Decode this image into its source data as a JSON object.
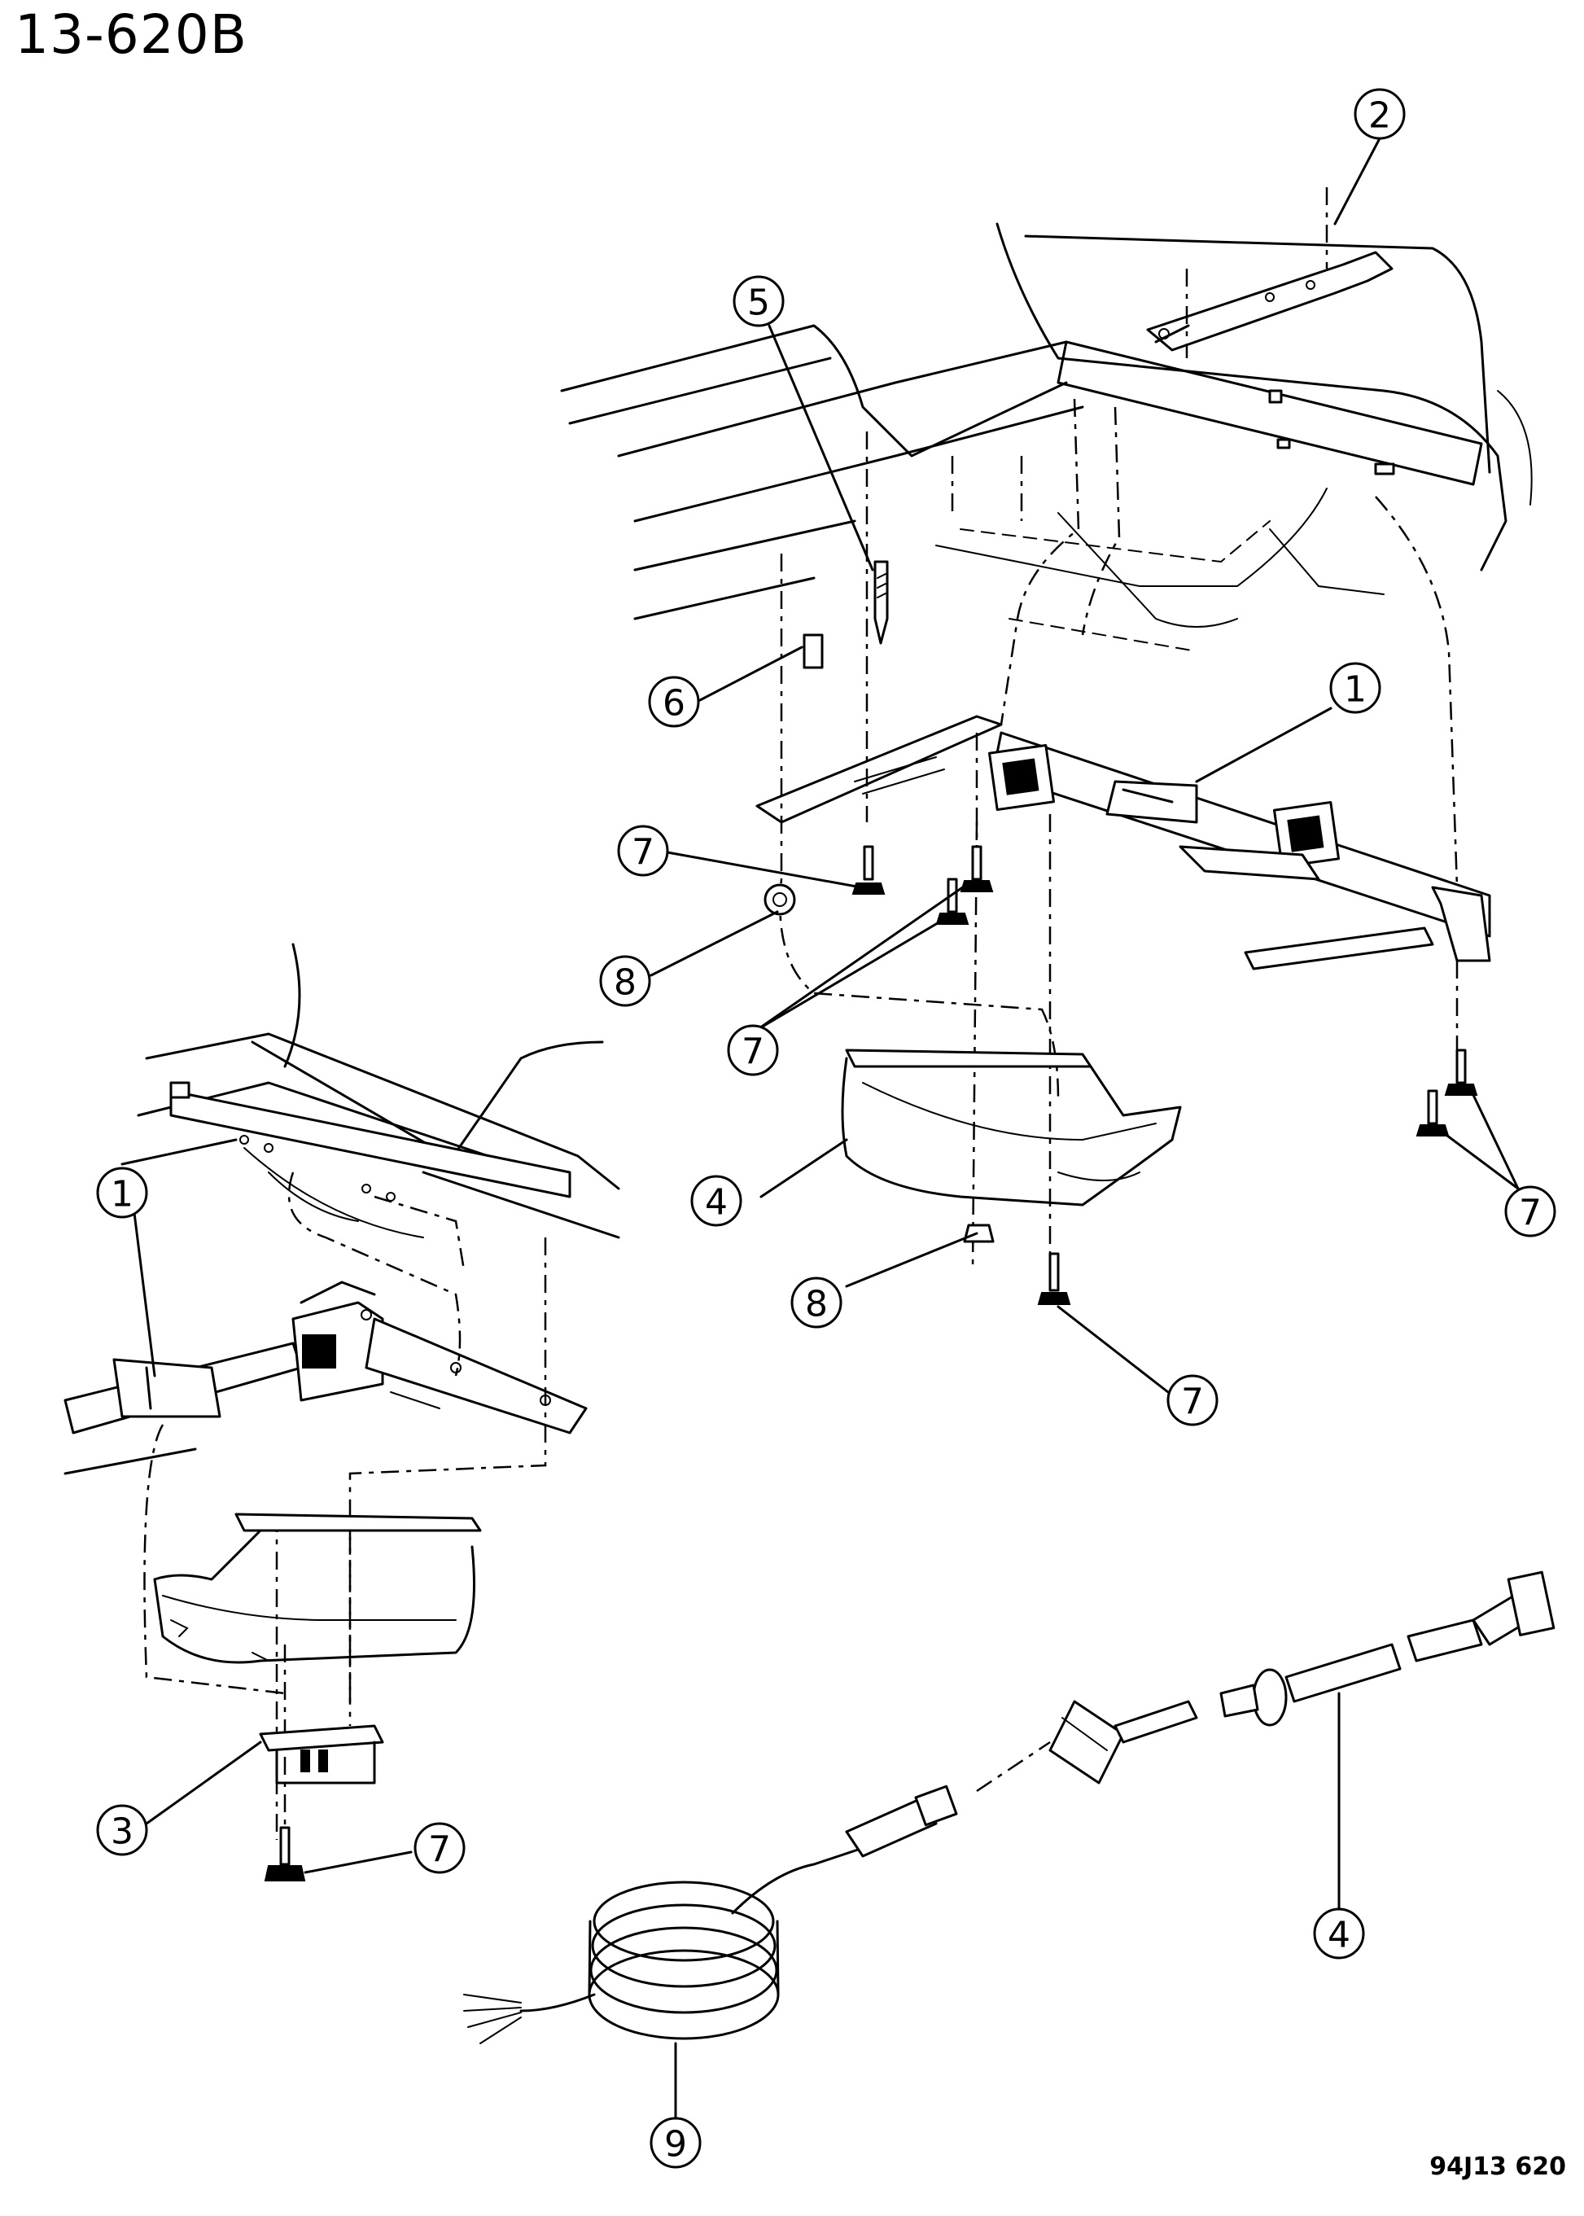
{
  "page_label": "13-620B",
  "drawing_code": "94J13  620",
  "callouts": [
    "1",
    "2",
    "3",
    "4",
    "5",
    "6",
    "7",
    "8",
    "9"
  ],
  "parts_shown": {
    "hitch_receiver": "1",
    "bracket_right": "2",
    "bracket_left": "3",
    "heat_shield_and_harness": "4",
    "stud": "5",
    "clip": "6",
    "bolt": "7",
    "nut": "8",
    "trailer_wiring_coil": "9"
  }
}
